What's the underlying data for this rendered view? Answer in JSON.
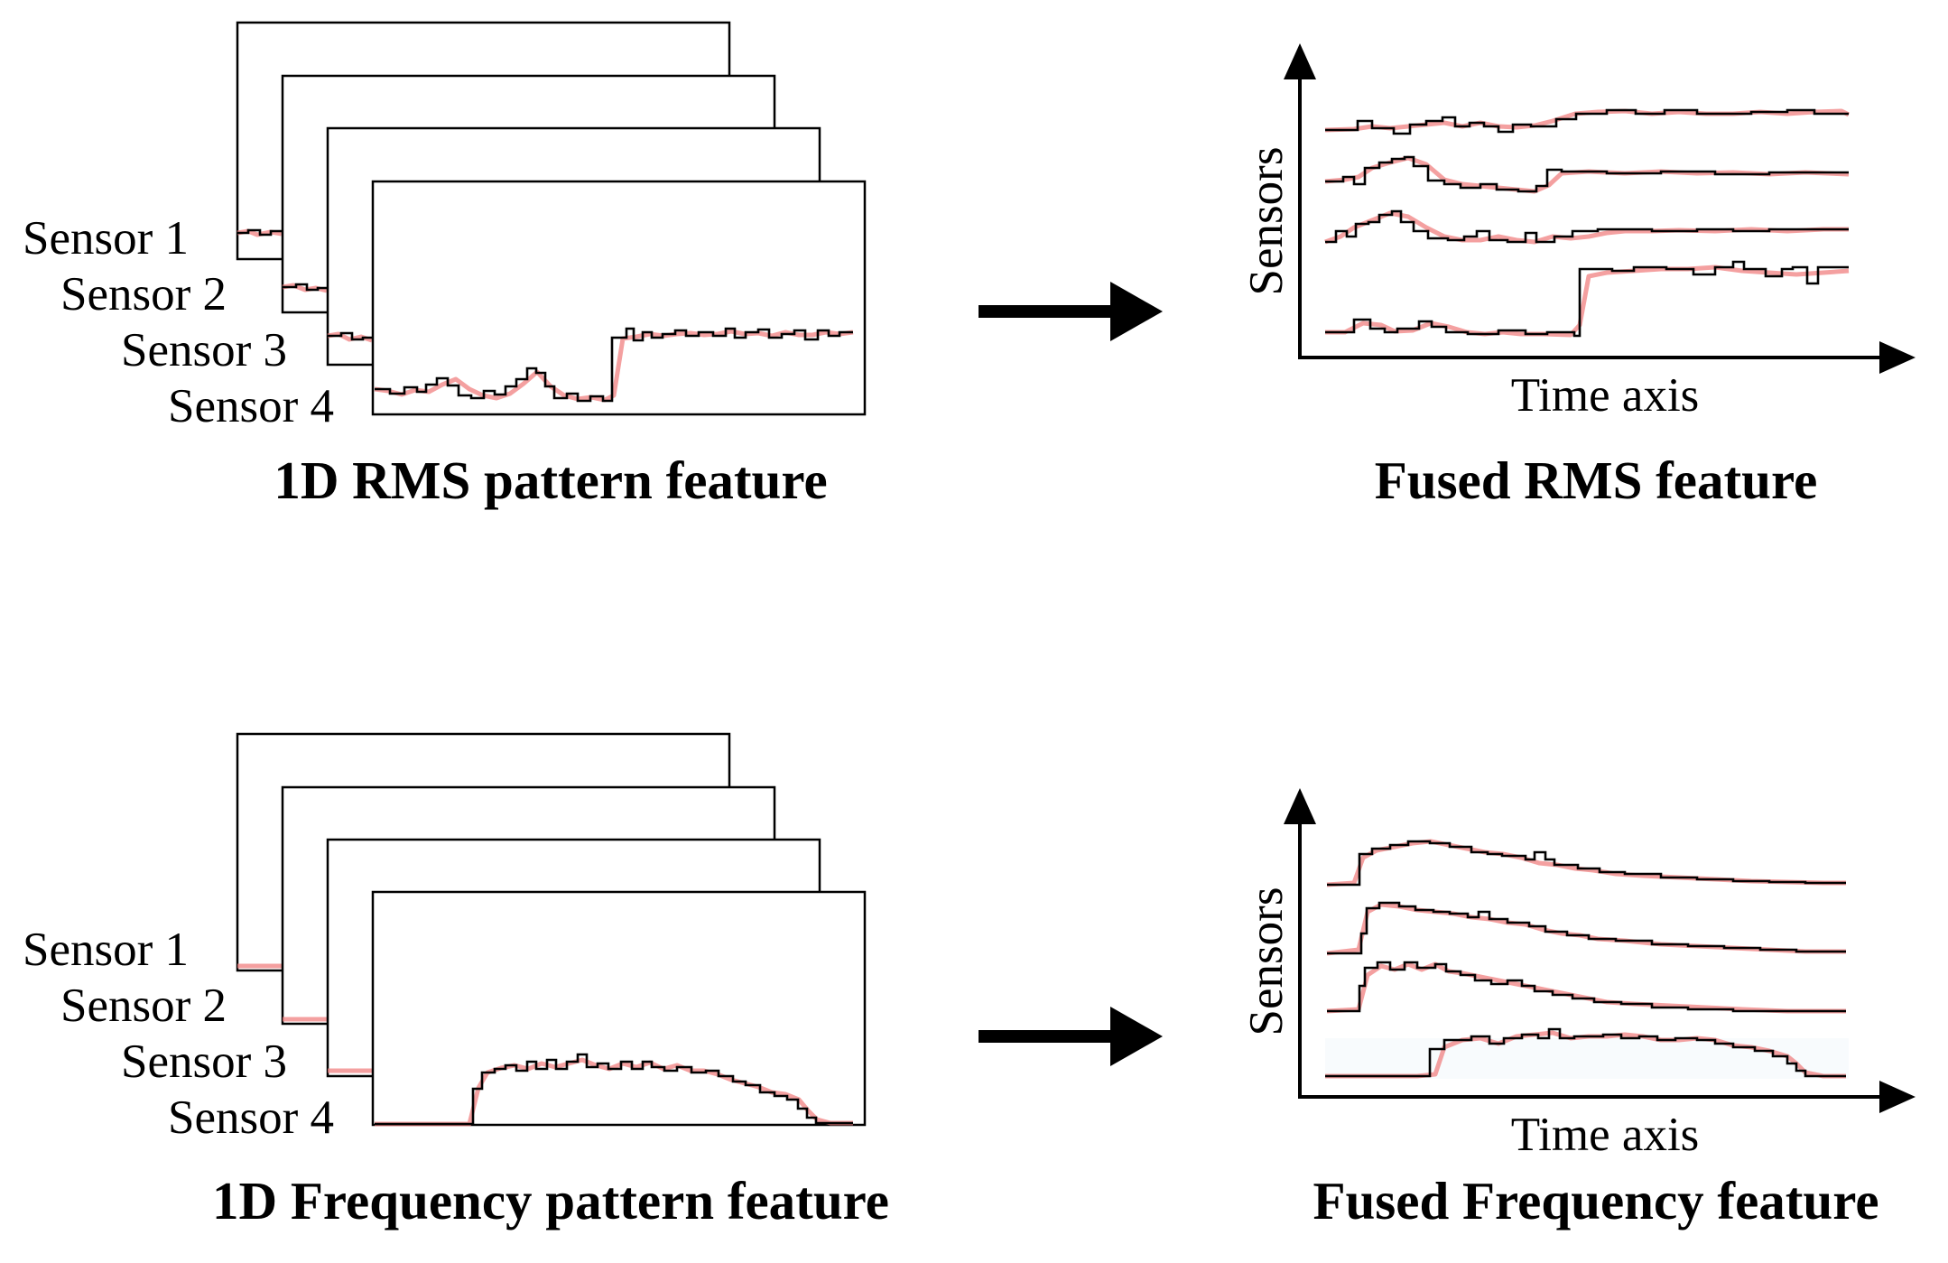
{
  "rms_panel": {
    "sensor_labels": [
      "Sensor 1",
      "Sensor 2",
      "Sensor 3",
      "Sensor 4"
    ],
    "caption": "1D RMS pattern feature"
  },
  "rms_fused": {
    "y_label": "Sensors",
    "x_label": "Time axis",
    "caption": "Fused RMS feature"
  },
  "freq_panel": {
    "sensor_labels": [
      "Sensor 1",
      "Sensor 2",
      "Sensor 3",
      "Sensor 4"
    ],
    "caption": "1D Frequency pattern feature"
  },
  "freq_fused": {
    "y_label": "Sensors",
    "x_label": "Time axis",
    "caption": "Fused Frequency feature"
  },
  "colors": {
    "trace_red": "#f08080",
    "trace_black": "#000000",
    "dot": "#f4a0a0"
  }
}
